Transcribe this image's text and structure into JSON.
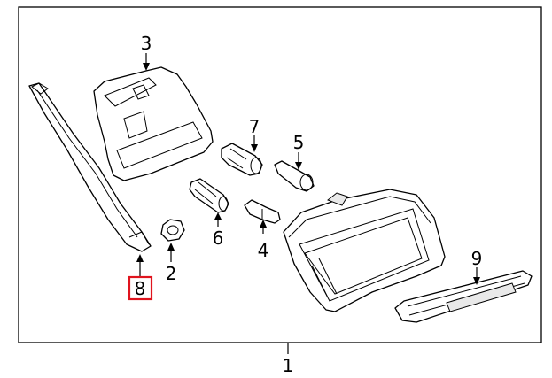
{
  "callouts": [
    {
      "id": "1",
      "label": "1"
    },
    {
      "id": "2",
      "label": "2"
    },
    {
      "id": "3",
      "label": "3"
    },
    {
      "id": "4",
      "label": "4"
    },
    {
      "id": "5",
      "label": "5"
    },
    {
      "id": "6",
      "label": "6"
    },
    {
      "id": "7",
      "label": "7"
    },
    {
      "id": "8",
      "label": "8",
      "highlighted": true
    },
    {
      "id": "9",
      "label": "9"
    }
  ],
  "colors": {
    "line": "#000000",
    "background": "#ffffff",
    "highlight": "#e0141e"
  }
}
